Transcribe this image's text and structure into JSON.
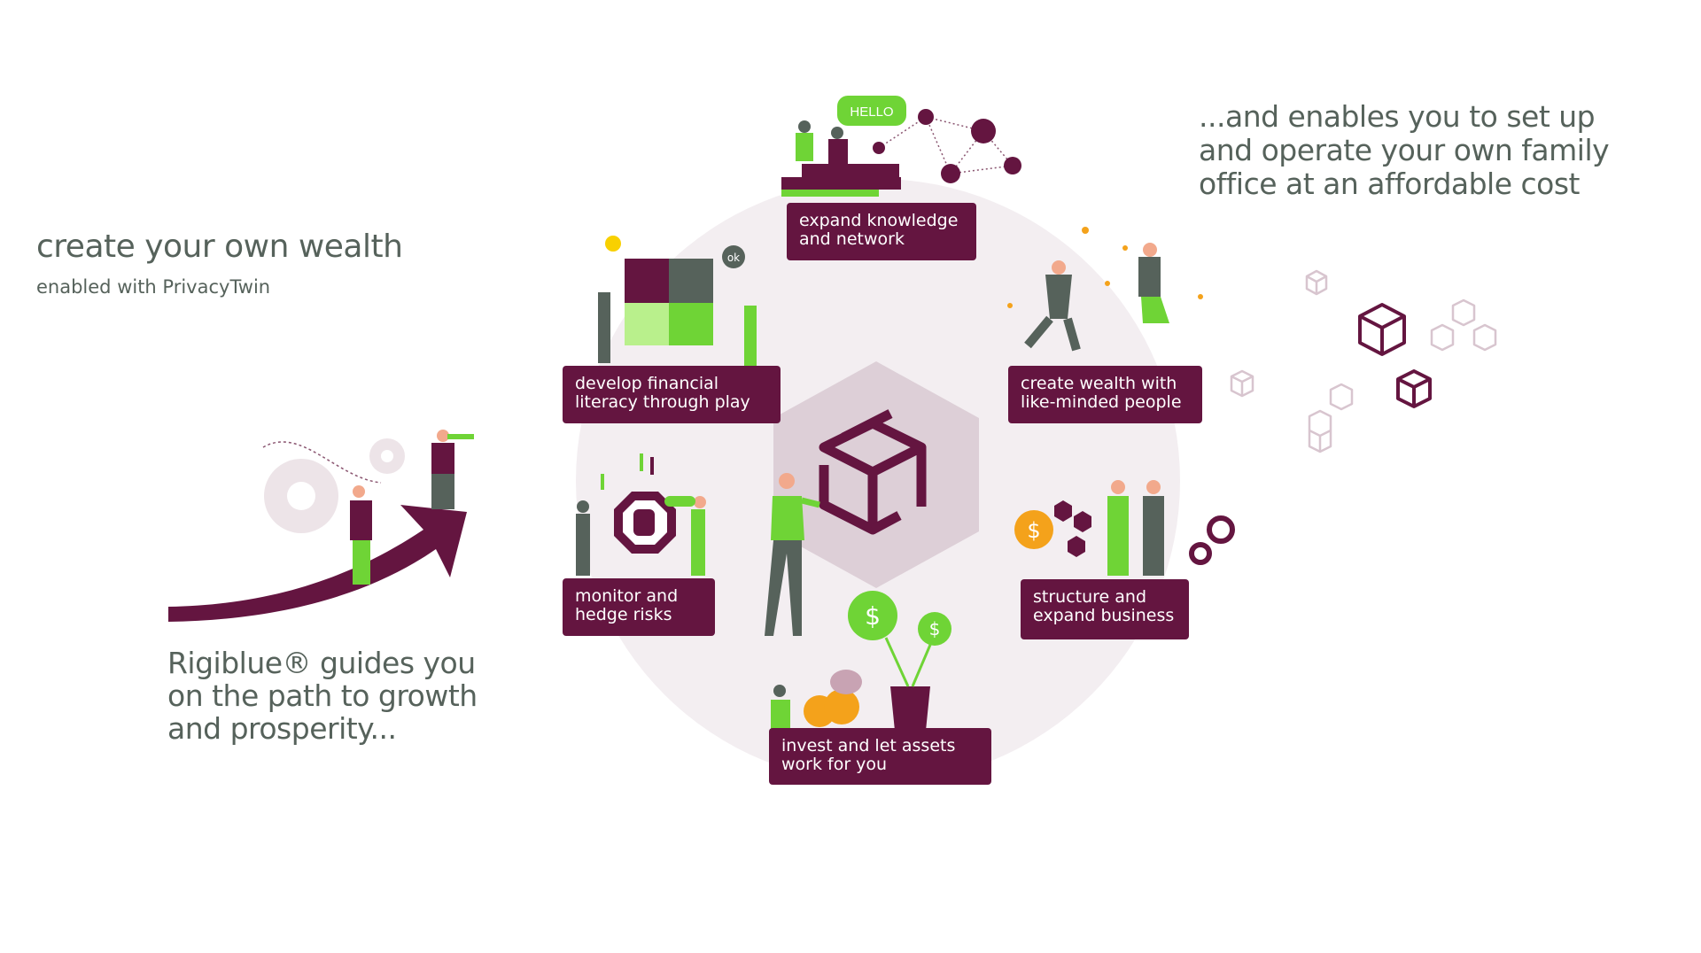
{
  "left": {
    "title": "create your own wealth",
    "subtitle": "enabled with PrivacyTwin",
    "guide_text": "Rigiblue® guides you\non the path to growth\nand prosperity..."
  },
  "right": {
    "text": "...and enables you to set up\nand operate your own family\noffice at an affordable cost"
  },
  "cycle": {
    "steps": [
      {
        "label": "expand knowledge\nand network"
      },
      {
        "label": "create wealth with\nlike-minded people"
      },
      {
        "label": "structure and\nexpand business"
      },
      {
        "label": "invest and let assets\nwork for you"
      },
      {
        "label": "monitor and\nhedge risks"
      },
      {
        "label": "develop financial\nliteracy through play"
      }
    ],
    "speech_bubble": "HELLO",
    "ok_bubble": "ok"
  },
  "colors": {
    "maroon": "#641540",
    "green": "#6fd436",
    "text": "#56625b",
    "circle": "#f3eef1",
    "hexagon": "#ddcfd7"
  }
}
